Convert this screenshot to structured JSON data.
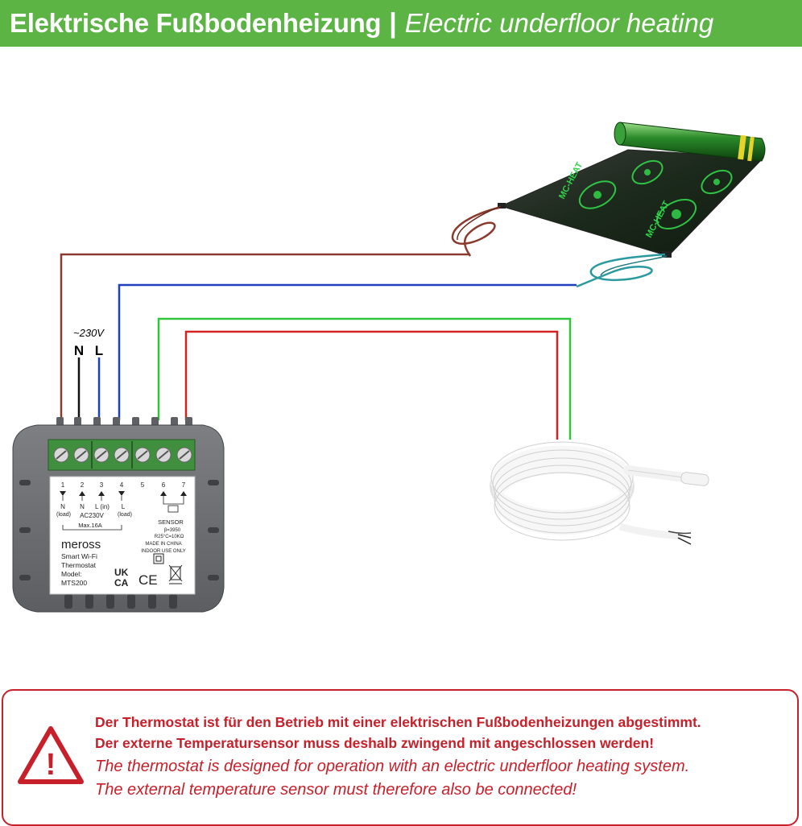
{
  "header": {
    "title_de": "Elektrische Fußbodenheizung",
    "separator": "|",
    "title_en": "Electric underfloor heating",
    "background": "#5cb445"
  },
  "supply": {
    "voltage": "~230V",
    "neutral": "N",
    "line": "L"
  },
  "thermostat": {
    "terminal_numbers": [
      "1",
      "2",
      "3",
      "4",
      "5",
      "6",
      "7"
    ],
    "terminal_labels": [
      {
        "text": "N",
        "sub": "(load)"
      },
      {
        "text": "N",
        "sub": ""
      },
      {
        "text": "L (in)",
        "sub": ""
      },
      {
        "text": "L",
        "sub": "(load)"
      }
    ],
    "ac_label": "AC230V",
    "max_label": "Max.16A",
    "sensor_label": "SENSOR",
    "beta_label": "β=3950",
    "r25_label": "R25°C=10KΩ",
    "made_in": "MADE IN CHINA",
    "indoor": "INDOOR USE ONLY",
    "brand": "meross",
    "product_line1": "Smart Wi-Fi",
    "product_line2": "Thermostat",
    "model_label": "Model:",
    "model": "MTS200",
    "cert_ukca_1": "UK",
    "cert_ukca_2": "CA",
    "cert_ce": "CE"
  },
  "heating_mat": {
    "brand_text": "MC-HEAT"
  },
  "wire_colors": {
    "brown": "#8b3a2e",
    "black": "#111111",
    "blue": "#1f3fbf",
    "green": "#2fc43a",
    "red": "#d42222"
  },
  "warning": {
    "line_de_1": "Der Thermostat ist für den Betrieb mit einer elektrischen Fußbodenheizungen abgestimmt.",
    "line_de_2": "Der externe Temperatursensor muss deshalb zwingend mit angeschlossen werden!",
    "line_en_1": "The thermostat is designed for operation with an electric underfloor heating system.",
    "line_en_2": "The external temperature sensor must therefore also be connected!",
    "icon_symbol": "!",
    "color": "#c8202a"
  }
}
